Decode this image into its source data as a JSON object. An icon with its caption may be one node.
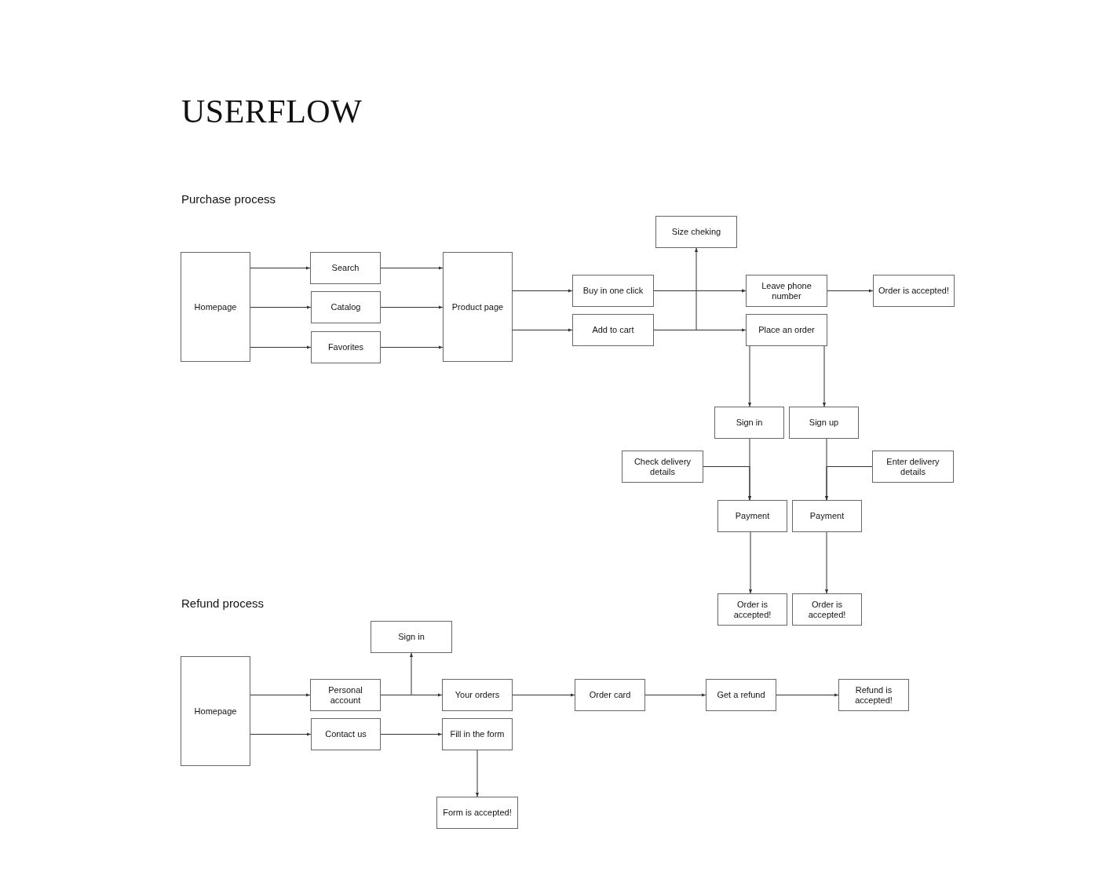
{
  "diagram": {
    "title": "USERFLOW",
    "nodes": [
      {
        "text": [
          "Homepage"
        ]
      },
      {
        "text": [
          "Search"
        ]
      },
      {
        "text": [
          "Catalog"
        ]
      },
      {
        "text": [
          "Favorites"
        ]
      },
      {
        "text": [
          "Product page"
        ]
      },
      {
        "text": [
          "Buy in one click"
        ]
      },
      {
        "text": [
          "Add to cart"
        ]
      },
      {
        "text": [
          "Size cheking"
        ]
      },
      {
        "text": [
          "Leave phone number"
        ]
      },
      {
        "text": [
          "Place an order"
        ]
      },
      {
        "text": [
          "Order is accepted!"
        ]
      },
      {
        "text": [
          "Sign in"
        ]
      },
      {
        "text": [
          "Sign up"
        ]
      },
      {
        "text": [
          "Check delivery details"
        ]
      },
      {
        "text": [
          "Enter delivery details"
        ]
      },
      {
        "text": [
          "Payment"
        ]
      },
      {
        "text": [
          "Payment"
        ]
      },
      {
        "text": [
          "Order is accepted!"
        ]
      },
      {
        "text": [
          "Order is accepted!"
        ]
      },
      {
        "text": [
          "Homepage"
        ]
      },
      {
        "text": [
          "Sign in"
        ]
      },
      {
        "text": [
          "Personal account"
        ]
      },
      {
        "text": [
          "Contact us"
        ]
      },
      {
        "text": [
          "Your orders"
        ]
      },
      {
        "text": [
          "Fill in the form"
        ]
      },
      {
        "text": [
          "Order card"
        ]
      },
      {
        "text": [
          "Get a refund"
        ]
      },
      {
        "text": [
          "Refund is accepted!"
        ]
      },
      {
        "text": [
          "Form is accepted!"
        ]
      }
    ],
    "edges": [
      {
        "from": 0,
        "to": 1,
        "arrow": "to"
      },
      {
        "from": 0,
        "to": 2,
        "arrow": "to"
      },
      {
        "from": 0,
        "to": 3,
        "arrow": "to"
      },
      {
        "from": 1,
        "to": 4,
        "arrow": "to"
      },
      {
        "from": 2,
        "to": 4,
        "arrow": "to"
      },
      {
        "from": 3,
        "to": 4,
        "arrow": "to"
      },
      {
        "from": 4,
        "to": 5,
        "arrow": "to"
      },
      {
        "from": 4,
        "to": 6,
        "arrow": "to"
      },
      {
        "from": 5,
        "to": 8,
        "arrow": "to"
      },
      {
        "from": 6,
        "to": 9,
        "arrow": "to"
      },
      {
        "from": 5,
        "to": 7,
        "arrow": "to"
      },
      {
        "from": 6,
        "to": 8,
        "arrow": "to"
      },
      {
        "from": 8,
        "to": 10,
        "arrow": "to"
      },
      {
        "from": 9,
        "to": 11,
        "arrow": "to"
      },
      {
        "from": 9,
        "to": 12,
        "arrow": "to"
      },
      {
        "from": 11,
        "to": 15,
        "arrow": "to"
      },
      {
        "from": 12,
        "to": 16,
        "arrow": "to"
      },
      {
        "from": 13,
        "to": 15,
        "arrow": "to"
      },
      {
        "from": 14,
        "to": 16,
        "arrow": "to"
      },
      {
        "from": 15,
        "to": 17,
        "arrow": "to"
      },
      {
        "from": 16,
        "to": 18,
        "arrow": "to"
      },
      {
        "from": 19,
        "to": 21,
        "arrow": "to"
      },
      {
        "from": 19,
        "to": 22,
        "arrow": "to"
      },
      {
        "from": 21,
        "to": 23,
        "arrow": "to"
      },
      {
        "from": 21,
        "to": 20,
        "arrow": "to"
      },
      {
        "from": 22,
        "to": 24,
        "arrow": "to"
      },
      {
        "from": 23,
        "to": 25,
        "arrow": "to"
      },
      {
        "from": 25,
        "to": 26,
        "arrow": "to"
      },
      {
        "from": 26,
        "to": 27,
        "arrow": "to"
      },
      {
        "from": 24,
        "to": 28,
        "arrow": "to"
      }
    ],
    "labels": [
      "Purchase process",
      "Refund process"
    ]
  }
}
